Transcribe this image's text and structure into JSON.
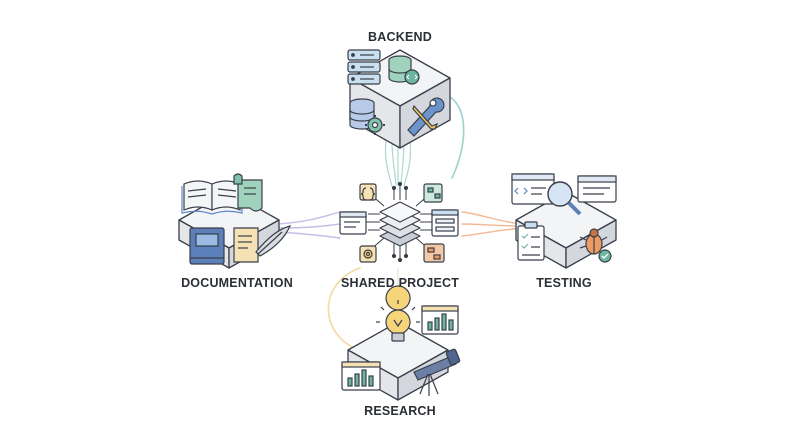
{
  "nodes": {
    "backend": {
      "label": "BACKEND",
      "icons": [
        "server-icon",
        "database-icon",
        "code-database-icon",
        "gear-icon",
        "wrench-icon"
      ]
    },
    "documentation": {
      "label": "DOCUMENTATION",
      "icons": [
        "open-book-icon",
        "scroll-icon",
        "closed-book-icon",
        "quill-icon"
      ]
    },
    "shared": {
      "label": "SHARED PROJECT",
      "icons": [
        "layer-stack-icon",
        "code-braces-icon",
        "diagram-icon",
        "document-icon",
        "list-panel-icon",
        "gear-icon",
        "flowchart-icon"
      ]
    },
    "testing": {
      "label": "TESTING",
      "icons": [
        "code-window-icon",
        "magnifier-icon",
        "text-window-icon",
        "checklist-icon",
        "bug-icon",
        "check-badge-icon"
      ]
    },
    "research": {
      "label": "RESEARCH",
      "icons": [
        "lightbulb-icon",
        "bar-chart-icon",
        "telescope-icon"
      ]
    }
  },
  "colors": {
    "outline": "#3a3f4a",
    "cube_top": "#f3f4f6",
    "cube_left": "#e4e6ea",
    "cube_right": "#d4d7dd",
    "backend_line": "#9bd3c9",
    "documentation_line": "#c3b6e6",
    "testing_line": "#f2b188",
    "research_line": "#f2d79a",
    "accent_blue": "#5b88c7",
    "accent_green": "#6cb59e",
    "accent_yellow": "#f0c75a",
    "accent_orange": "#ee9a63"
  }
}
